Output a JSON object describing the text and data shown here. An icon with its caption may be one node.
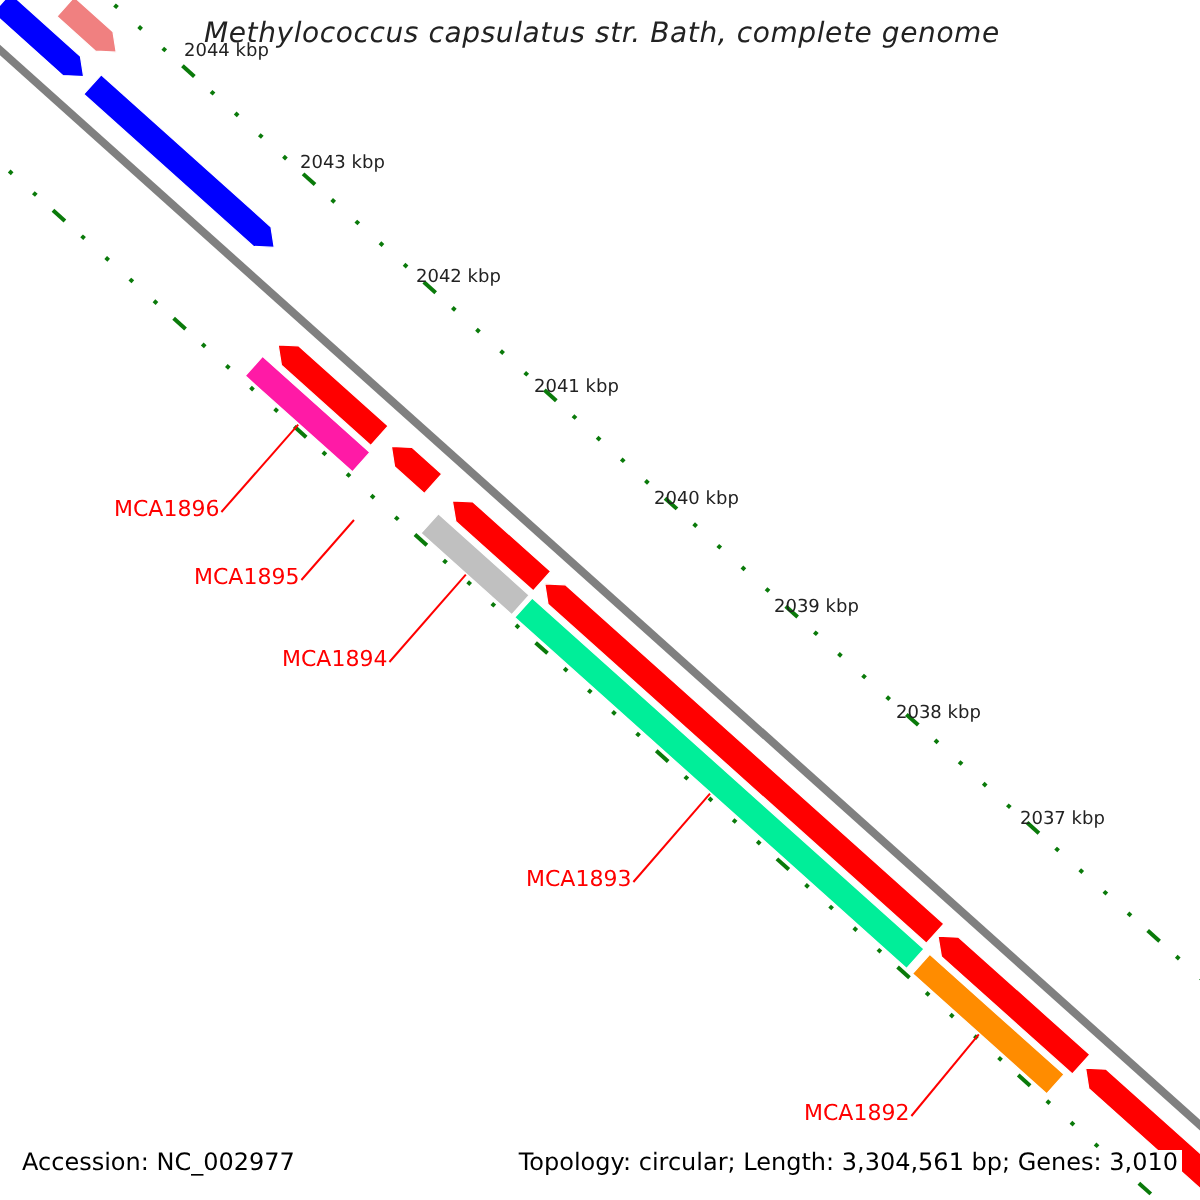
{
  "diagram": {
    "title": "Methylococcus capsulatus str. Bath, complete genome",
    "nodes": [
      {
        "text": [
          "MCA1896"
        ]
      },
      {
        "text": [
          "MCA1895"
        ]
      },
      {
        "text": [
          "MCA1894"
        ]
      },
      {
        "text": [
          "MCA1893"
        ]
      },
      {
        "text": [
          "MCA1892"
        ]
      },
      {
        "text": [],
        "shape": "bar"
      },
      {
        "text": [],
        "shape": "bar"
      },
      {
        "text": [],
        "shape": "bar"
      },
      {
        "text": [],
        "shape": "bar"
      },
      {
        "text": [],
        "shape": "bar"
      },
      {
        "text": [],
        "shape": "bar"
      },
      {
        "text": [],
        "shape": "bar"
      },
      {
        "text": [],
        "shape": "bar"
      },
      {
        "text": [],
        "shape": "bar"
      },
      {
        "text": [],
        "shape": "bar"
      },
      {
        "text": [],
        "shape": "bar"
      },
      {
        "text": [],
        "shape": "bar"
      },
      {
        "text": [],
        "shape": "bar"
      }
    ],
    "edges": [
      {
        "from": 0,
        "to": 5,
        "arrow": "none"
      },
      {
        "from": 1,
        "to": null,
        "arrow": "none"
      },
      {
        "from": 2,
        "to": 6,
        "arrow": "none"
      },
      {
        "from": 3,
        "to": 7,
        "arrow": "none"
      },
      {
        "from": 4,
        "to": 8,
        "arrow": "none"
      }
    ],
    "labels": [
      "2044 kbp",
      "2043 kbp",
      "2042 kbp",
      "2041 kbp",
      "2040 kbp",
      "2039 kbp",
      "2038 kbp",
      "2037 kbp",
      "Accession: NC_002977",
      "Topology: circular; Length: 3,304,561 bp; Genes: 3,010"
    ]
  }
}
